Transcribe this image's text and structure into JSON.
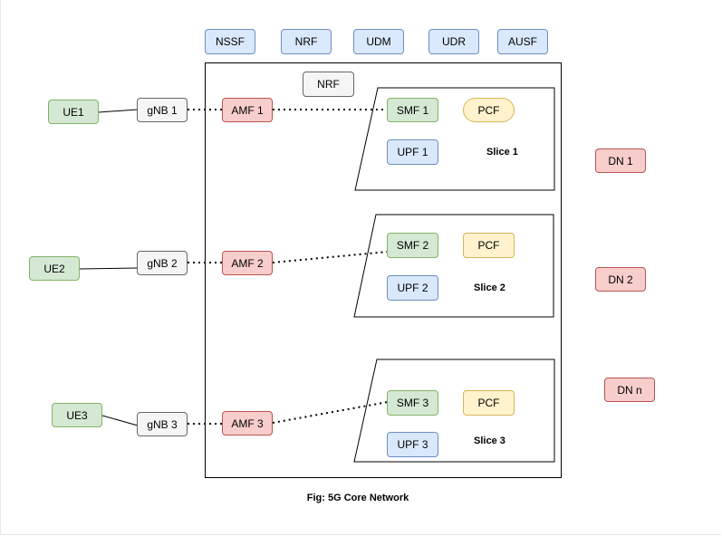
{
  "top_functions": [
    "NSSF",
    "NRF",
    "UDM",
    "UDR",
    "AUSF"
  ],
  "core_nrf": "NRF",
  "ues": [
    "UE1",
    "UE2",
    "UE3"
  ],
  "gnbs": [
    "gNB 1",
    "gNB 2",
    "gNB 3"
  ],
  "amfs": [
    "AMF 1",
    "AMF 2",
    "AMF 3"
  ],
  "slices": [
    {
      "smf": "SMF 1",
      "pcf": "PCF",
      "upf": "UPF 1",
      "label": "Slice 1"
    },
    {
      "smf": "SMF 2",
      "pcf": "PCF",
      "upf": "UPF 2",
      "label": "Slice 2"
    },
    {
      "smf": "SMF 3",
      "pcf": "PCF",
      "upf": "UPF 3",
      "label": "Slice 3"
    }
  ],
  "data_networks": [
    "DN 1",
    "DN 2",
    "DN n"
  ],
  "caption": "Fig: 5G Core Network",
  "colors": {
    "green_fill": "#d5e8d4",
    "blue_fill": "#dae8fc",
    "red_fill": "#f8cecc",
    "grey_fill": "#f5f5f5",
    "yellow_fill": "#fff2cc"
  }
}
